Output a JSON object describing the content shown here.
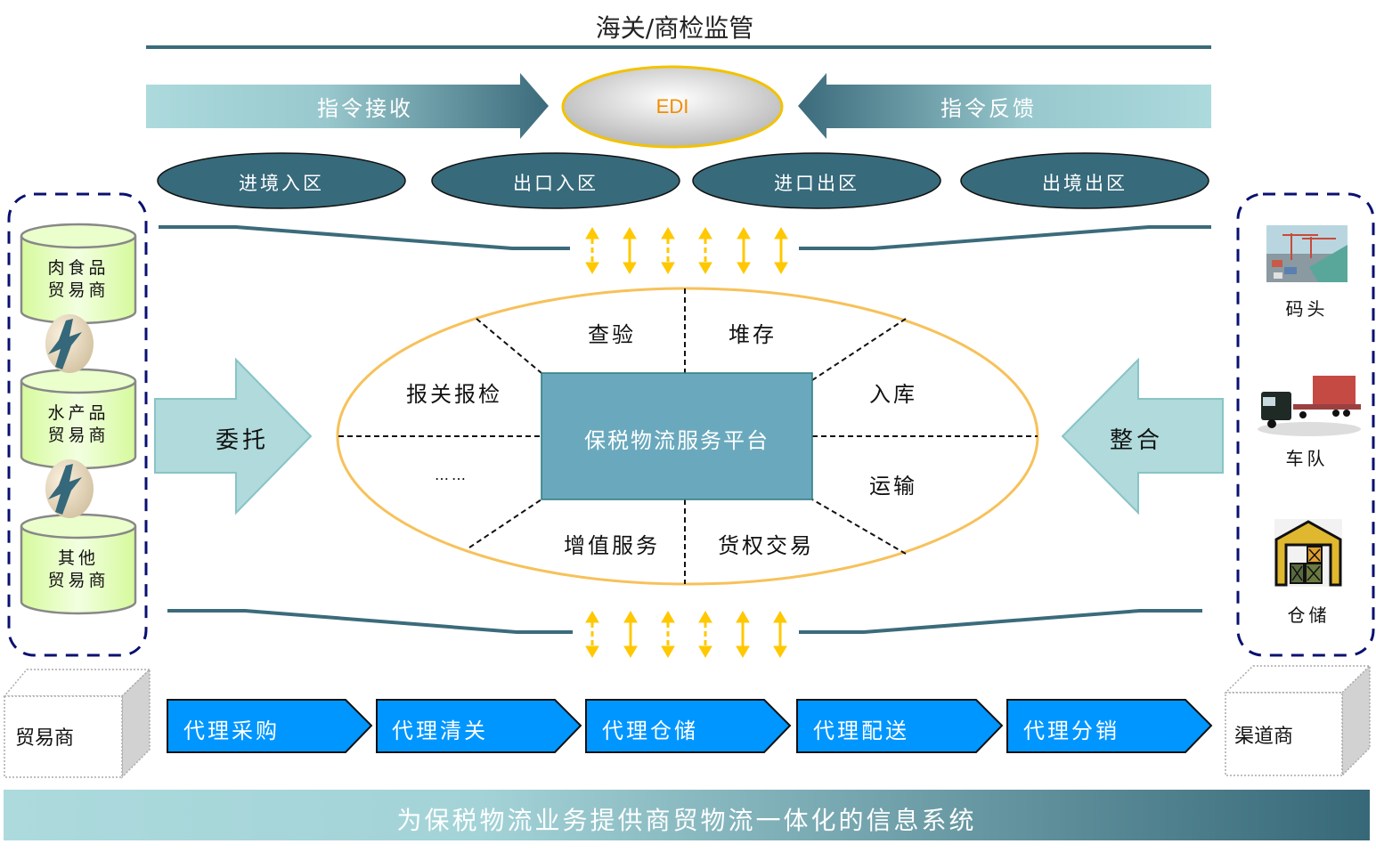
{
  "header": {
    "title": "海关/商检监管"
  },
  "edi": {
    "label": "EDI",
    "left_arrow": "指令接收",
    "right_arrow": "指令反馈"
  },
  "zones": [
    {
      "label": "进境入区"
    },
    {
      "label": "出口入区"
    },
    {
      "label": "进口出区"
    },
    {
      "label": "出境出区"
    }
  ],
  "platform": {
    "center": "保税物流服务平台",
    "segments": {
      "top_left": "查验",
      "top_right": "堆存",
      "upper_left": "报关报检",
      "upper_right": "入库",
      "lower_left": "……",
      "lower_right": "运输",
      "bottom_left": "增值服务",
      "bottom_right": "货权交易"
    }
  },
  "left_group": {
    "traders": [
      {
        "line1": "肉食品",
        "line2": "贸易商"
      },
      {
        "line1": "水产品",
        "line2": "贸易商"
      },
      {
        "line1": "其他",
        "line2": "贸易商"
      }
    ],
    "arrow_label": "委托"
  },
  "right_group": {
    "resources": [
      {
        "label": "码头",
        "icon": "port-photo-icon"
      },
      {
        "label": "车队",
        "icon": "truck-photo-icon"
      },
      {
        "label": "仓储",
        "icon": "warehouse-icon"
      }
    ],
    "arrow_label": "整合"
  },
  "process": {
    "start": "贸易商",
    "steps": [
      "代理采购",
      "代理清关",
      "代理仓储",
      "代理配送",
      "代理分销"
    ],
    "end": "渠道商"
  },
  "banner": {
    "text": "为保税物流业务提供商贸物流一体化的信息系统"
  },
  "colors": {
    "teal_dark": "#3b6b7b",
    "teal_light": "#a9d8dc",
    "edi_border": "#f2c200",
    "edi_text": "#f28c00",
    "ellipse_border": "#f7c15a",
    "platform_fill": "#6aa9bd",
    "chevron_fill": "#0096ff",
    "cylinder_fill": "#e6ffbf",
    "group_border": "#0a1070",
    "arrow_yellow": "#ffc800"
  }
}
